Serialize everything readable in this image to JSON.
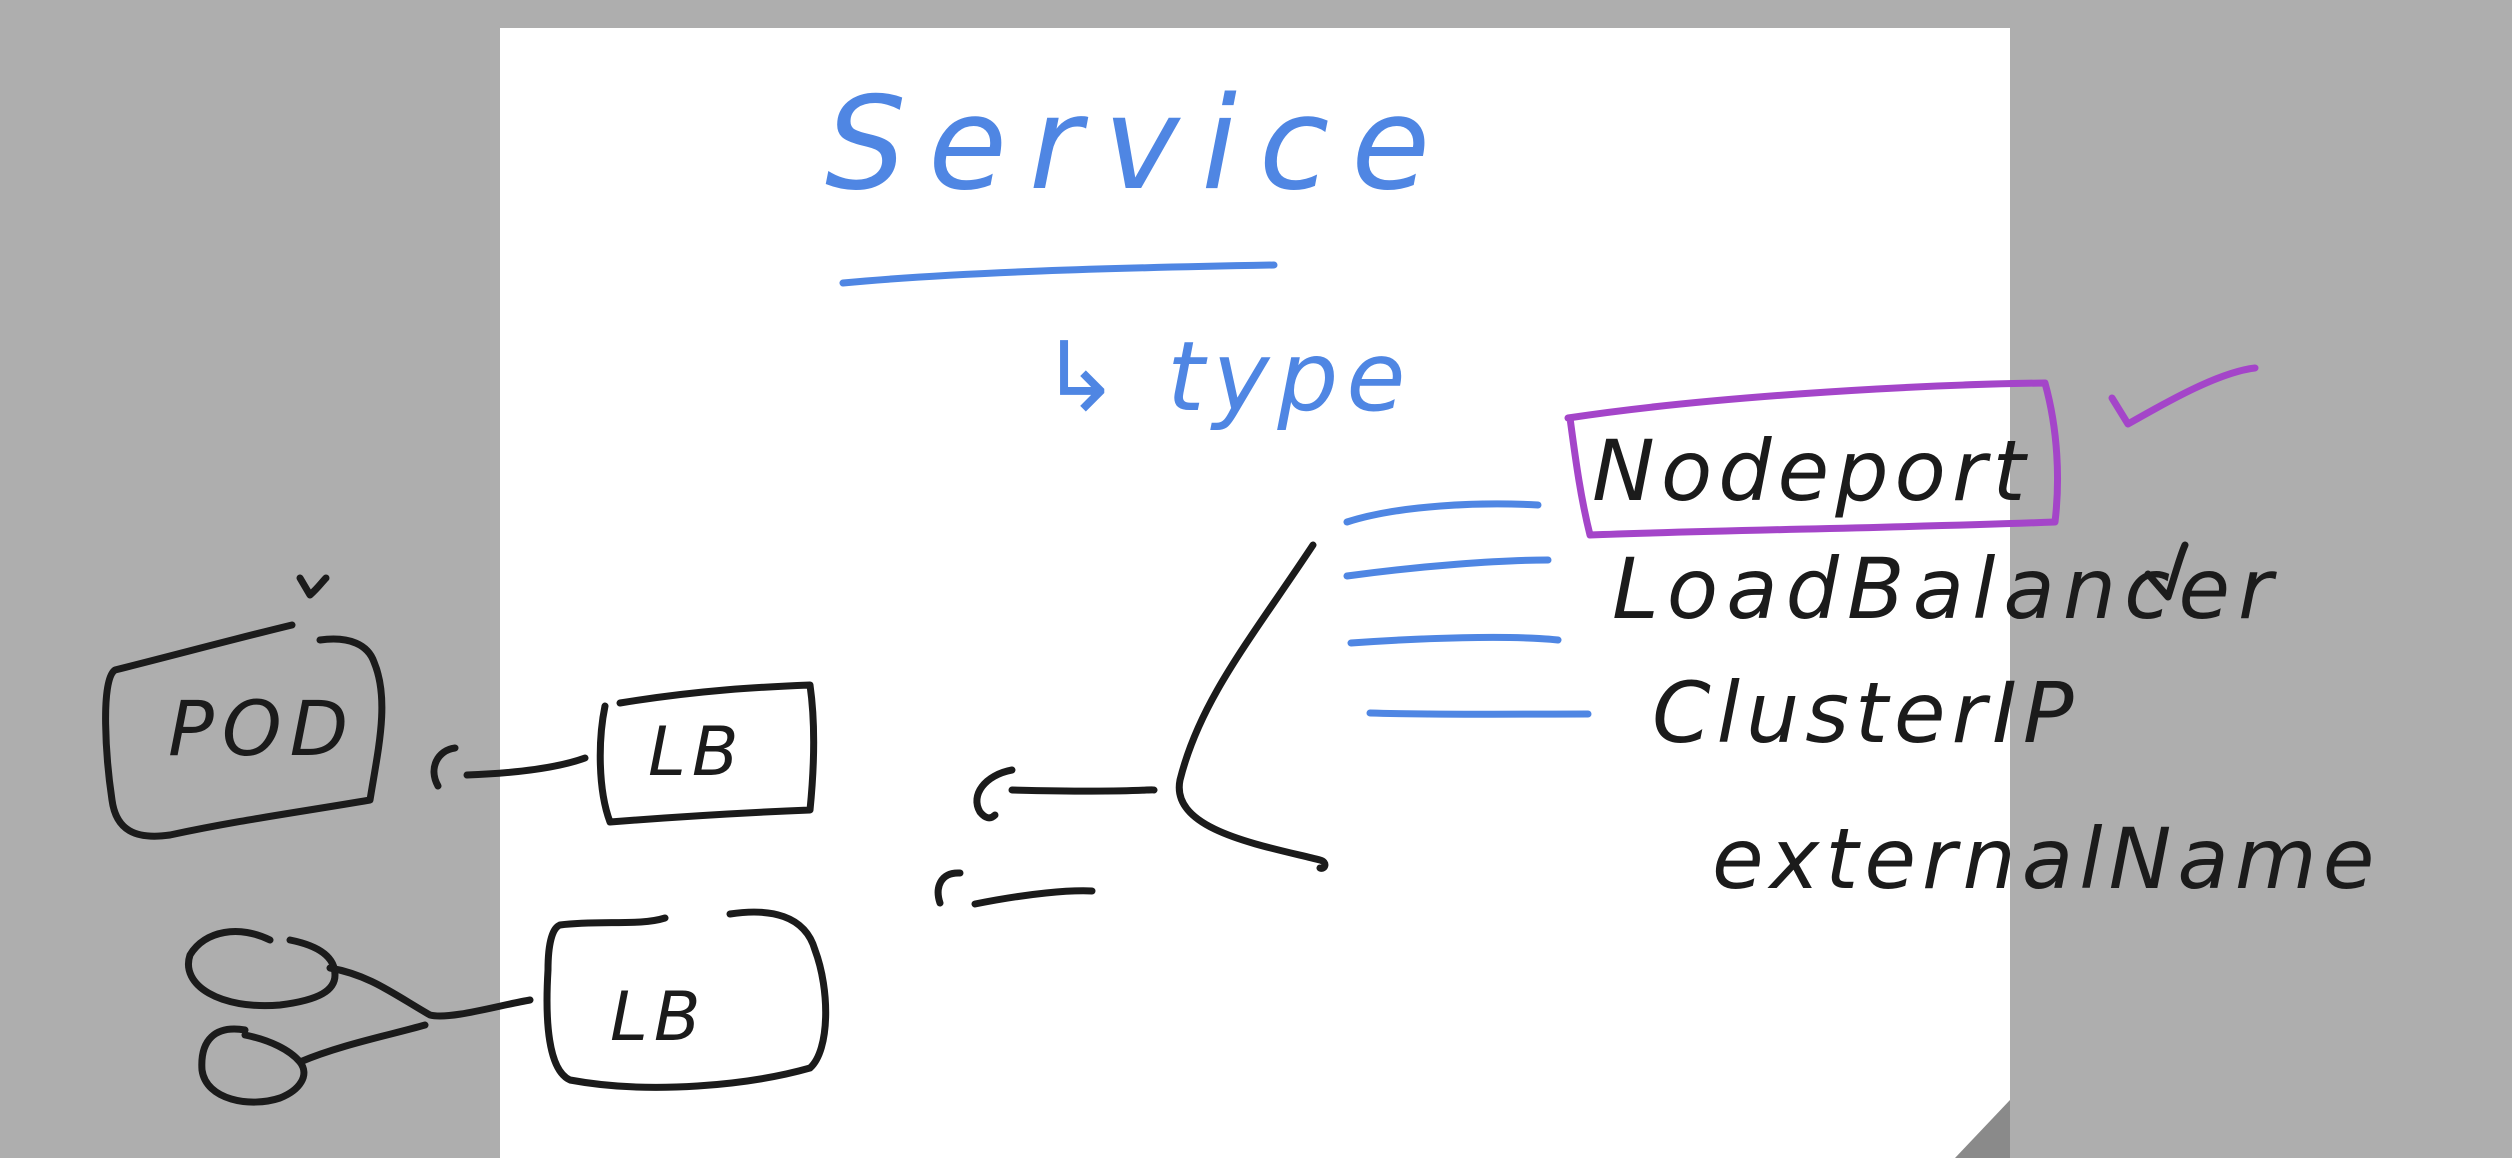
{
  "colors": {
    "background": "#aeaeae",
    "page": "#ffffff",
    "blue_ink": "#4f86e3",
    "black_ink": "#1b1b1b",
    "purple_ink": "#a445c9"
  },
  "title": "Service",
  "subtitle": "↳ type",
  "service_types": [
    {
      "label": "Nodeport",
      "highlighted": true,
      "checked": true
    },
    {
      "label": "LoadBalancer",
      "highlighted": false,
      "checked": true
    },
    {
      "label": "ClusterIP",
      "highlighted": false,
      "checked": false
    },
    {
      "label": "externalName",
      "highlighted": false,
      "checked": false
    }
  ],
  "left_diagram": {
    "pod_label": "POD",
    "lb_top_label": "LB",
    "lb_bottom_label": "LB"
  }
}
